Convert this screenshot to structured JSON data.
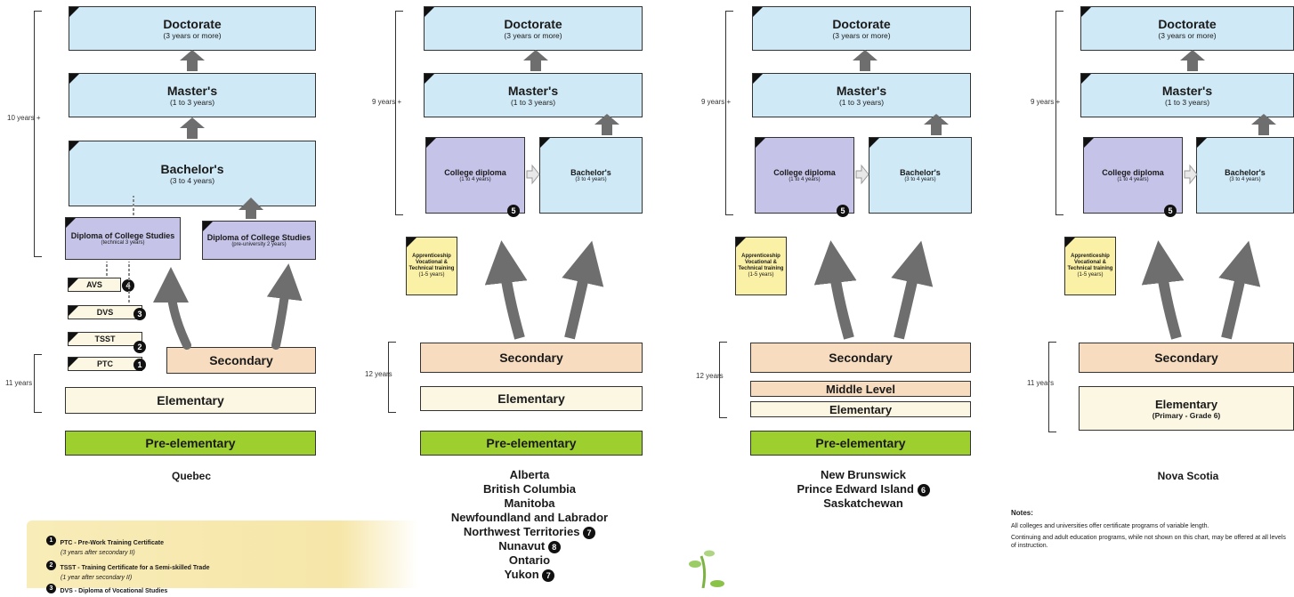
{
  "colors": {
    "university": "#cfe9f6",
    "college": "#c5c3e8",
    "apprenticeship": "#fbf1a6",
    "secondary": "#f7dcc0",
    "elementary": "#fbf7e3",
    "pre_elementary": "#9dcf2e",
    "arrow": "#6e6e6e"
  },
  "quebec": {
    "caption": "Quebec",
    "years_top": "10 years +",
    "years_bottom": "11 years",
    "doctorate": {
      "title": "Doctorate",
      "sub": "(3 years or more)"
    },
    "masters": {
      "title": "Master's",
      "sub": "(1 to 3 years)"
    },
    "bachelors": {
      "title": "Bachelor's",
      "sub": "(3 to 4 years)"
    },
    "dcs_tech": {
      "title": "Diploma of College Studies",
      "sub": "(technical 3 years)"
    },
    "dcs_pre": {
      "title": "Diploma of College Studies",
      "sub": "(pre-university 2 years)"
    },
    "avs": "AVS",
    "dvs": "DVS",
    "tsst": "TSST",
    "ptc": "PTC",
    "n4": "4",
    "n3": "3",
    "n2": "2",
    "n1": "1",
    "secondary": "Secondary",
    "elementary": "Elementary",
    "pre": "Pre-elementary"
  },
  "col2": {
    "years_top": "9 years +",
    "years_bottom": "12 years",
    "doctorate": {
      "title": "Doctorate",
      "sub": "(3 years or more)"
    },
    "masters": {
      "title": "Master's",
      "sub": "(1 to 3 years)"
    },
    "college": {
      "title": "College diploma",
      "sub": "(1 to 4 years)"
    },
    "bachelors": {
      "title": "Bachelor's",
      "sub": "(3 to 4 years)"
    },
    "apprentice": {
      "title": "Apprenticeship Vocational & Technical training",
      "sub": "(1-5 years)"
    },
    "badge": "5",
    "secondary": "Secondary",
    "elementary": "Elementary",
    "pre": "Pre-elementary",
    "provinces": [
      "Alberta",
      "British Columbia",
      "Manitoba",
      "Newfoundland and Labrador",
      "Northwest Territories",
      "Nunavut",
      "Ontario",
      "Yukon"
    ],
    "prov_badges": {
      "nwt": "7",
      "nunavut": "8",
      "yukon": "7"
    }
  },
  "col3": {
    "years_top": "9 years +",
    "years_bottom": "12 years",
    "doctorate": {
      "title": "Doctorate",
      "sub": "(3 years or more)"
    },
    "masters": {
      "title": "Master's",
      "sub": "(1 to 3 years)"
    },
    "college": {
      "title": "College diploma",
      "sub": "(1 to 4 years)"
    },
    "bachelors": {
      "title": "Bachelor's",
      "sub": "(3 to 4 years)"
    },
    "apprentice": {
      "title": "Apprenticeship Vocational & Technical training",
      "sub": "(1-5 years)"
    },
    "badge": "5",
    "secondary": "Secondary",
    "middle": "Middle Level",
    "elementary": "Elementary",
    "pre": "Pre-elementary",
    "provinces": [
      "New Brunswick",
      "Prince Edward Island",
      "Saskatchewan"
    ],
    "pei_badge": "6"
  },
  "col4": {
    "years_top": "9 years +",
    "years_bottom": "11 years",
    "doctorate": {
      "title": "Doctorate",
      "sub": "(3 years or more)"
    },
    "masters": {
      "title": "Master's",
      "sub": "(1 to 3 years)"
    },
    "college": {
      "title": "College diploma",
      "sub": "(1 to 4 years)"
    },
    "bachelors": {
      "title": "Bachelor's",
      "sub": "(3 to 4 years)"
    },
    "apprentice": {
      "title": "Apprenticeship Vocational & Technical training",
      "sub": "(1-5 years)"
    },
    "badge": "5",
    "secondary": "Secondary",
    "elementary": "Elementary",
    "elementary_sub": "(Primary - Grade 6)",
    "caption": "Nova Scotia"
  },
  "legend": {
    "items": [
      {
        "num": "1",
        "title": "PTC - Pre-Work Training Certificate",
        "sub": "(3 years after secondary II)"
      },
      {
        "num": "2",
        "title": "TSST - Training Certificate for a Semi-skilled Trade",
        "sub": "(1 year after secondary II)"
      },
      {
        "num": "3",
        "title": "DVS - Diploma of Vocational Studies",
        "sub": ""
      }
    ]
  },
  "notes": {
    "title": "Notes:",
    "lines": [
      "All colleges and universities offer certificate programs of variable length.",
      "Continuing and adult education programs, while not shown on this chart, may be offered at all levels of instruction."
    ]
  }
}
